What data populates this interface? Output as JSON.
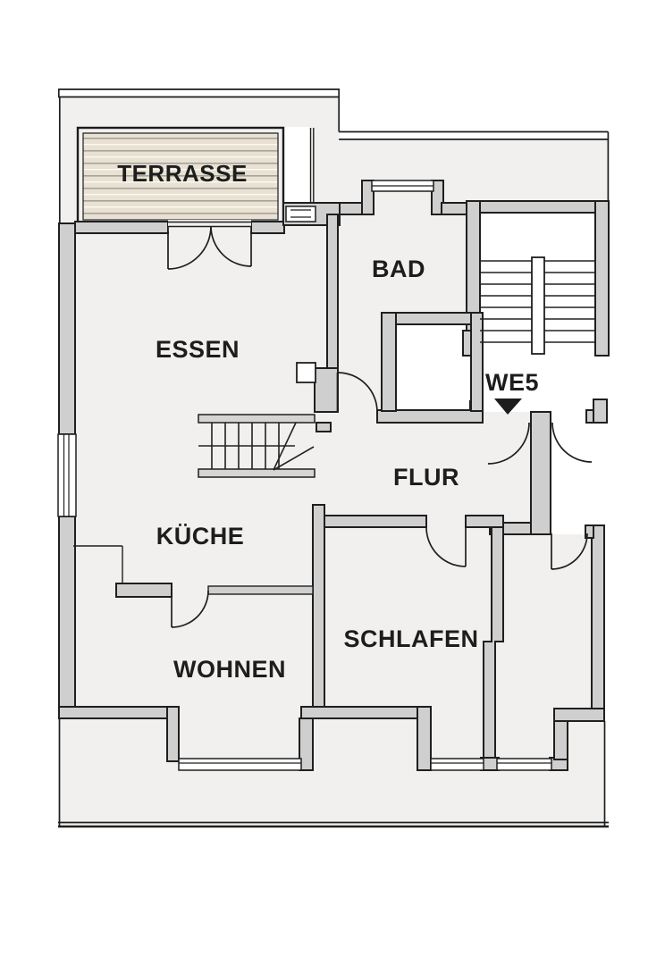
{
  "floorplan": {
    "unit": {
      "label": "WE5"
    },
    "rooms": {
      "terrasse": {
        "label": "TERRASSE"
      },
      "essen": {
        "label": "ESSEN"
      },
      "bad": {
        "label": "BAD"
      },
      "flur": {
        "label": "FLUR"
      },
      "kueche": {
        "label": "KÜCHE"
      },
      "schlafen": {
        "label": "SCHLAFEN"
      },
      "wohnen": {
        "label": "WOHNEN"
      }
    },
    "colors": {
      "wall_fill": "#cfcfcf",
      "line": "#1f1f1f",
      "floor": "#f1f0ee",
      "outside": "#ffffff",
      "terrace_base": "#e9e1d1",
      "terrace_stripe": "#a3a3a1",
      "terrace_light_stripe": "#fbfaf7",
      "text": "#1d1d1d"
    }
  }
}
